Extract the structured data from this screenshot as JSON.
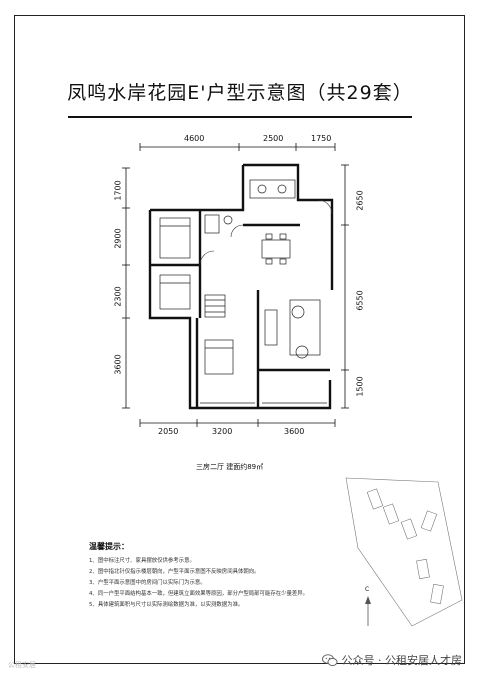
{
  "title": "凤鸣水岸花园E'户型示意图（共29套）",
  "dims_top": [
    "4600",
    "2500",
    "1750"
  ],
  "dims_bottom": [
    "2050",
    "3200",
    "3600"
  ],
  "dims_left": [
    "1700",
    "2900",
    "2300",
    "3600"
  ],
  "dims_right": [
    "2650",
    "6550",
    "1500"
  ],
  "summary": "三房二厅  建面约89㎡",
  "notes_title": "温馨提示：",
  "notes": [
    "1、图中标注尺寸、家具摆放仅供参考示意。",
    "2、图中指北针仅指示楼层朝向，户型平面示意图不反映房间具体朝向。",
    "3、户型平面示意图中的房间门以实际门为示意。",
    "4、同一户型平面结构基本一致，但建筑立面效果等原因，部分户型局部可能存在少量差异。",
    "5、具体建筑面积与尺寸以实际测绘数据为准，以实测数据为准。"
  ],
  "compass_label": "C",
  "footer": {
    "icon": "wechat-icon",
    "text": "公众号 · 公租安居人才房"
  },
  "watermark": "公租安居"
}
